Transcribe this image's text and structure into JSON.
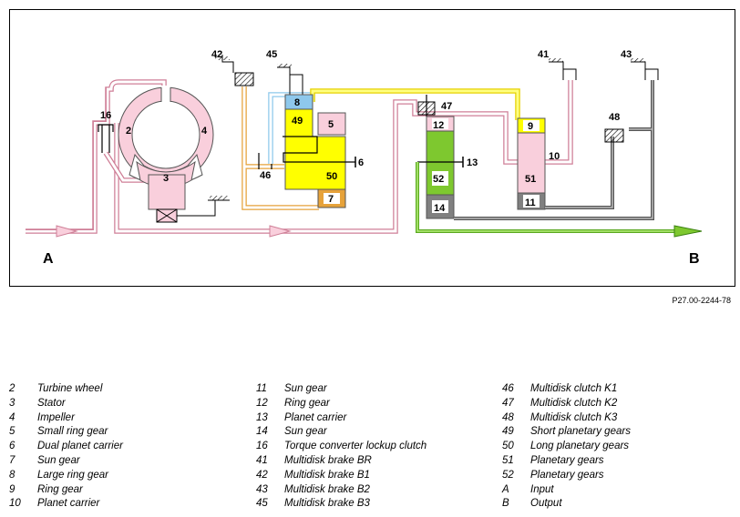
{
  "reference_code": "P27.00-2244-78",
  "diagram": {
    "labels": {
      "n2": "2",
      "n3": "3",
      "n4": "4",
      "n5": "5",
      "n6": "6",
      "n7": "7",
      "n8": "8",
      "n9": "9",
      "n10": "10",
      "n11": "11",
      "n12": "12",
      "n13": "13",
      "n14": "14",
      "n16": "16",
      "n41": "41",
      "n42": "42",
      "n43": "43",
      "n45": "45",
      "n46": "46",
      "n47": "47",
      "n48": "48",
      "n49": "49",
      "n50": "50",
      "n51": "51",
      "n52": "52",
      "input": "A",
      "output": "B"
    },
    "colors": {
      "pink": "#f9cfdc",
      "yellow": "#ffff00",
      "orange": "#e6a23a",
      "green": "#7ec82f",
      "grey": "#808080",
      "blue": "#8ec8ec",
      "pink_line": "#cf7f97"
    }
  },
  "legend": {
    "col1": [
      {
        "num": "2",
        "text": "Turbine wheel"
      },
      {
        "num": "3",
        "text": "Stator"
      },
      {
        "num": "4",
        "text": "Impeller"
      },
      {
        "num": "5",
        "text": "Small ring gear"
      },
      {
        "num": "6",
        "text": "Dual planet carrier"
      },
      {
        "num": "7",
        "text": "Sun gear"
      },
      {
        "num": "8",
        "text": "Large ring gear"
      },
      {
        "num": "9",
        "text": "Ring gear"
      },
      {
        "num": "10",
        "text": "Planet carrier"
      }
    ],
    "col2": [
      {
        "num": "11",
        "text": "Sun gear"
      },
      {
        "num": "12",
        "text": "Ring gear"
      },
      {
        "num": "13",
        "text": "Planet carrier"
      },
      {
        "num": "14",
        "text": "Sun gear"
      },
      {
        "num": "16",
        "text": "Torque converter lockup clutch"
      },
      {
        "num": "41",
        "text": "Multidisk brake BR"
      },
      {
        "num": "42",
        "text": "Multidisk brake B1"
      },
      {
        "num": "43",
        "text": "Multidisk brake B2"
      },
      {
        "num": "45",
        "text": "Multidisk brake B3"
      }
    ],
    "col3": [
      {
        "num": "46",
        "text": "Multidisk clutch K1"
      },
      {
        "num": "47",
        "text": "Multidisk clutch K2"
      },
      {
        "num": "48",
        "text": "Multidisk clutch K3"
      },
      {
        "num": "49",
        "text": "Short planetary gears"
      },
      {
        "num": "50",
        "text": "Long planetary gears"
      },
      {
        "num": "51",
        "text": "Planetary gears"
      },
      {
        "num": "52",
        "text": "Planetary gears"
      },
      {
        "num": "A",
        "text": "Input"
      },
      {
        "num": "B",
        "text": "Output"
      }
    ]
  }
}
